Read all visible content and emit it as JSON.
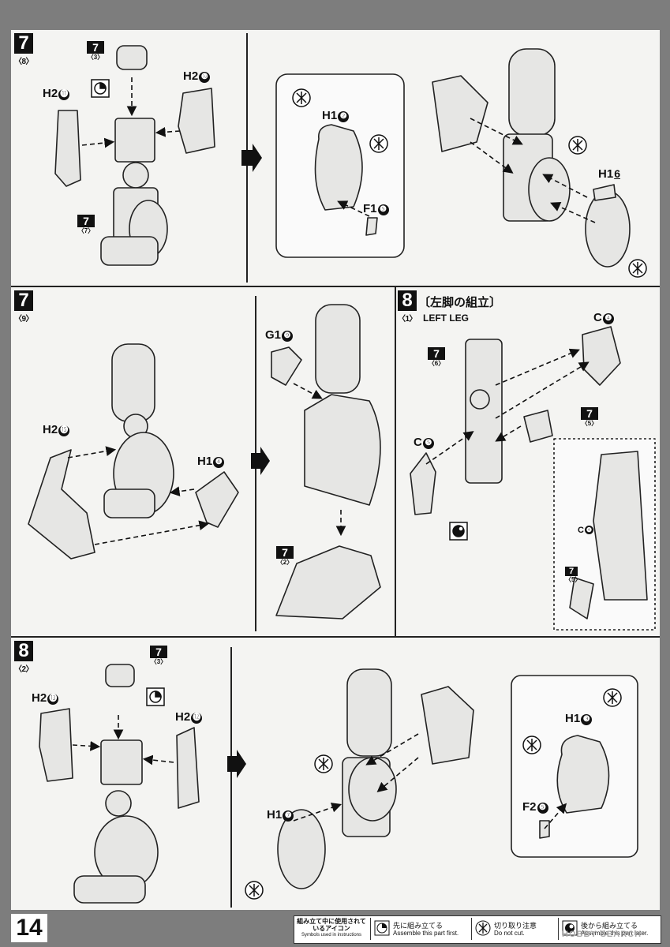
{
  "page_number": "14",
  "steps": {
    "s1": {
      "number": "7",
      "sub": "〈8〉"
    },
    "s2": {
      "number": "7",
      "sub": "〈9〉"
    },
    "s3": {
      "number": "8",
      "sub": "〈1〉",
      "title": "〔左脚の組立〕",
      "title_en": "LEFT LEG"
    },
    "s4": {
      "number": "8",
      "sub": "〈2〉"
    }
  },
  "refs": {
    "r1": {
      "number": "7",
      "sub": "〈3〉"
    },
    "r2": {
      "number": "7",
      "sub": "〈7〉"
    },
    "r3": {
      "number": "7",
      "sub": "〈2〉"
    },
    "r4": {
      "number": "7",
      "sub": "〈6〉"
    },
    "r5": {
      "number": "7",
      "sub": "〈5〉"
    },
    "r6": {
      "number": "7",
      "sub": "〈5〉"
    },
    "r7": {
      "number": "7",
      "sub": "〈3〉"
    }
  },
  "labels": {
    "h2_11": {
      "part": "H2",
      "num": "⓫"
    },
    "h2_10": {
      "part": "H2",
      "num": "❿"
    },
    "h1_2": {
      "part": "H1",
      "num": "❷"
    },
    "f1_5": {
      "part": "F1",
      "num": "❺"
    },
    "h1_6": {
      "part": "H1",
      "num": "6"
    },
    "h2_15": {
      "part": "H2",
      "num": "⓯"
    },
    "h1_4": {
      "part": "H1",
      "num": "❹"
    },
    "g1_9": {
      "part": "G1",
      "num": "❾"
    },
    "c_4": {
      "part": "C",
      "num": "❹"
    },
    "c_5": {
      "part": "C",
      "num": "❺"
    },
    "c_4b": {
      "part": "C",
      "num": "❹"
    },
    "h2_13": {
      "part": "H2",
      "num": "⓭"
    },
    "h2_12": {
      "part": "H2",
      "num": "⓬"
    },
    "h1_7": {
      "part": "H1",
      "num": "❼"
    },
    "h1_3": {
      "part": "H1",
      "num": "❸"
    },
    "f2_5": {
      "part": "F2",
      "num": "❺"
    }
  },
  "legend": {
    "caption_jp": "組み立て中に使用されているアイコン",
    "caption_en": "Symbols used in instructions",
    "items": [
      {
        "jp": "先に組み立てる",
        "en": "Assemble this part first.",
        "icon": "assemble-first-icon"
      },
      {
        "jp": "切り取り注意",
        "en": "Do not cut.",
        "icon": "do-not-cut-icon"
      },
      {
        "jp": "後から組み立てる",
        "en": "Assemble this part later.",
        "icon": "assemble-later-icon"
      }
    ]
  },
  "watermark": "HOBBY SEARCH"
}
